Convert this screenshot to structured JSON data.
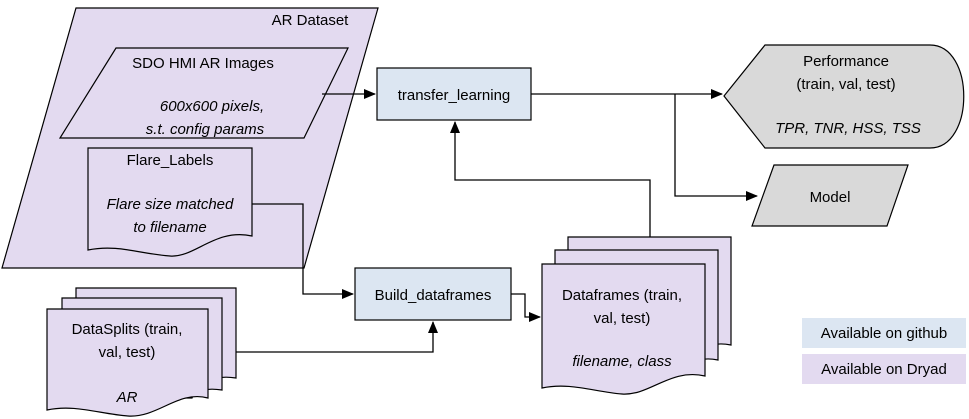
{
  "colors": {
    "dryad_fill": "#e3daf0",
    "github_fill": "#dce6f2",
    "output_fill": "#d9d9d9",
    "stroke": "#000000"
  },
  "ar_dataset": {
    "title": "AR Dataset",
    "images": {
      "title": "SDO HMI AR Images",
      "line1": "600x600 pixels,",
      "line2": "s.t. config params"
    },
    "flare_labels": {
      "title": "Flare_Labels",
      "line1": "Flare size matched",
      "line2": "to filename"
    }
  },
  "transfer_learning": {
    "label": "transfer_learning"
  },
  "build_dataframes": {
    "label": "Build_dataframes"
  },
  "dataframes": {
    "line1": "Dataframes (train,",
    "line2": "val, test)",
    "italic": "filename, class"
  },
  "datasplits": {
    "line1": "DataSplits (train,",
    "line2": "val, test)",
    "italic": "AR"
  },
  "performance": {
    "line1": "Performance",
    "line2": "(train, val, test)",
    "italic": "TPR, TNR, HSS, TSS"
  },
  "model": {
    "label": "Model"
  },
  "legend": {
    "github": "Available on github",
    "dryad": "Available on Dryad"
  }
}
